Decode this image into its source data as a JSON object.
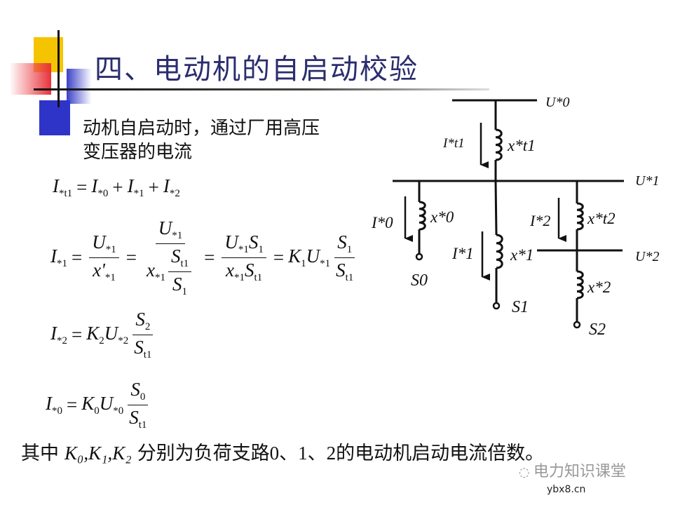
{
  "title": "四、电动机的自启动校验",
  "intro": [
    "动机自启动时，通过厂用高压",
    "变压器的电流"
  ],
  "equations": [
    [
      {
        "b": "I",
        "s": "*t1"
      },
      {
        "o": "="
      },
      {
        "b": "I",
        "s": "*0"
      },
      {
        "o": "+"
      },
      {
        "b": "I",
        "s": "*1"
      },
      {
        "o": "+"
      },
      {
        "b": "I",
        "s": "*2"
      }
    ],
    [
      {
        "b": "I",
        "s": "*1"
      },
      {
        "o": "="
      },
      {
        "f": [
          [
            {
              "b": "U",
              "s": "*1"
            }
          ],
          [
            {
              "b": "x'",
              "s": "*1"
            }
          ]
        ]
      },
      {
        "o": "="
      },
      {
        "f": [
          [
            {
              "b": "U",
              "s": "*1"
            }
          ],
          [
            {
              "b": "x",
              "s": "*1"
            },
            {
              "f": [
                [
                  {
                    "b": "S",
                    "s": "t1"
                  }
                ],
                [
                  {
                    "b": "S",
                    "s": "1"
                  }
                ]
              ]
            }
          ]
        ]
      },
      {
        "o": "="
      },
      {
        "f": [
          [
            {
              "b": "U",
              "s": "*1"
            },
            {
              "b": "S",
              "s": "1"
            }
          ],
          [
            {
              "b": "x",
              "s": "*1"
            },
            {
              "b": "S",
              "s": "t1"
            }
          ]
        ]
      },
      {
        "o": "="
      },
      {
        "b": "K",
        "s": "1"
      },
      {
        "b": "U",
        "s": "*1"
      },
      {
        "f": [
          [
            {
              "b": "S",
              "s": "1"
            }
          ],
          [
            {
              "b": "S",
              "s": "t1"
            }
          ]
        ]
      }
    ],
    [
      {
        "b": "I",
        "s": "*2"
      },
      {
        "o": "="
      },
      {
        "b": "K",
        "s": "2"
      },
      {
        "b": "U",
        "s": "*2"
      },
      {
        "f": [
          [
            {
              "b": "S",
              "s": "2"
            }
          ],
          [
            {
              "b": "S",
              "s": "t1"
            }
          ]
        ]
      }
    ],
    [
      {
        "b": "I",
        "s": "*0"
      },
      {
        "o": "="
      },
      {
        "b": "K",
        "s": "0"
      },
      {
        "b": "U",
        "s": "*0"
      },
      {
        "f": [
          [
            {
              "b": "S",
              "s": "0"
            }
          ],
          [
            {
              "b": "S",
              "s": "t1"
            }
          ]
        ]
      }
    ]
  ],
  "footer": {
    "prefix": "其中",
    "k_terms": "K₀,K₁,K₂",
    "suffix": "分别为负荷支路0、1、2的电动机启动电流倍数。"
  },
  "diagram": {
    "U0": "U*0",
    "U1": "U*1",
    "U2": "U*2",
    "It1": "I*t1",
    "xt1": "x*t1",
    "I0": "I*0",
    "x0": "x*0",
    "I1": "I*1",
    "x1": "x*1",
    "I2": "I*2",
    "xt2": "x*t2",
    "x2": "x*2",
    "S0": "S0",
    "S1": "S1",
    "S2": "S2"
  },
  "watermark": {
    "name": "电力知识课堂",
    "site": "ybx8.cn"
  },
  "colors": {
    "title": "#2b2d6e",
    "yellow": "#f5c400",
    "red": "#e8323a",
    "blue": "#2f34c8"
  }
}
